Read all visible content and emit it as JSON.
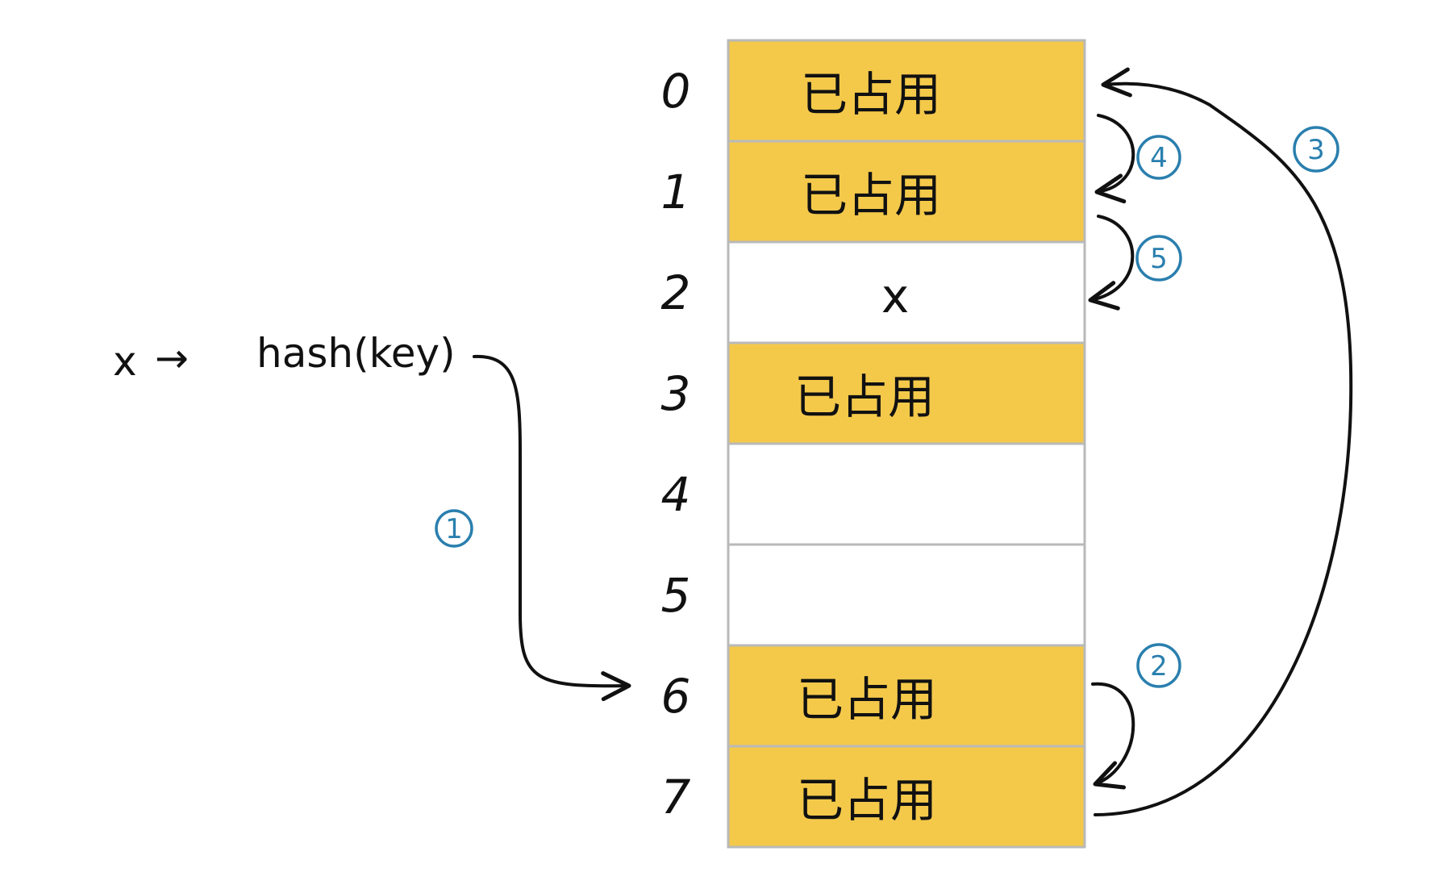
{
  "input": {
    "item": "x",
    "arrow": "→",
    "function": "hash(key)"
  },
  "table": {
    "slots": [
      {
        "index": "0",
        "label": "已占用",
        "occupied": true
      },
      {
        "index": "1",
        "label": "已占用",
        "occupied": true
      },
      {
        "index": "2",
        "label": "x",
        "occupied": false
      },
      {
        "index": "3",
        "label": "已占用",
        "occupied": true
      },
      {
        "index": "4",
        "label": "",
        "occupied": false
      },
      {
        "index": "5",
        "label": "",
        "occupied": false
      },
      {
        "index": "6",
        "label": "已占用",
        "occupied": true
      },
      {
        "index": "7",
        "label": "已占用",
        "occupied": true
      }
    ]
  },
  "steps": [
    {
      "label": "1",
      "from": "hash",
      "to": "6"
    },
    {
      "label": "2",
      "from": "6",
      "to": "7"
    },
    {
      "label": "3",
      "from": "7",
      "to": "0"
    },
    {
      "label": "4",
      "from": "0",
      "to": "1"
    },
    {
      "label": "5",
      "from": "1",
      "to": "2"
    }
  ],
  "colors": {
    "occupied": "#f4c94a",
    "empty": "#ffffff",
    "cell_border": "#b9b9b9",
    "ink": "#111111",
    "step_marker": "#2a7fae"
  }
}
